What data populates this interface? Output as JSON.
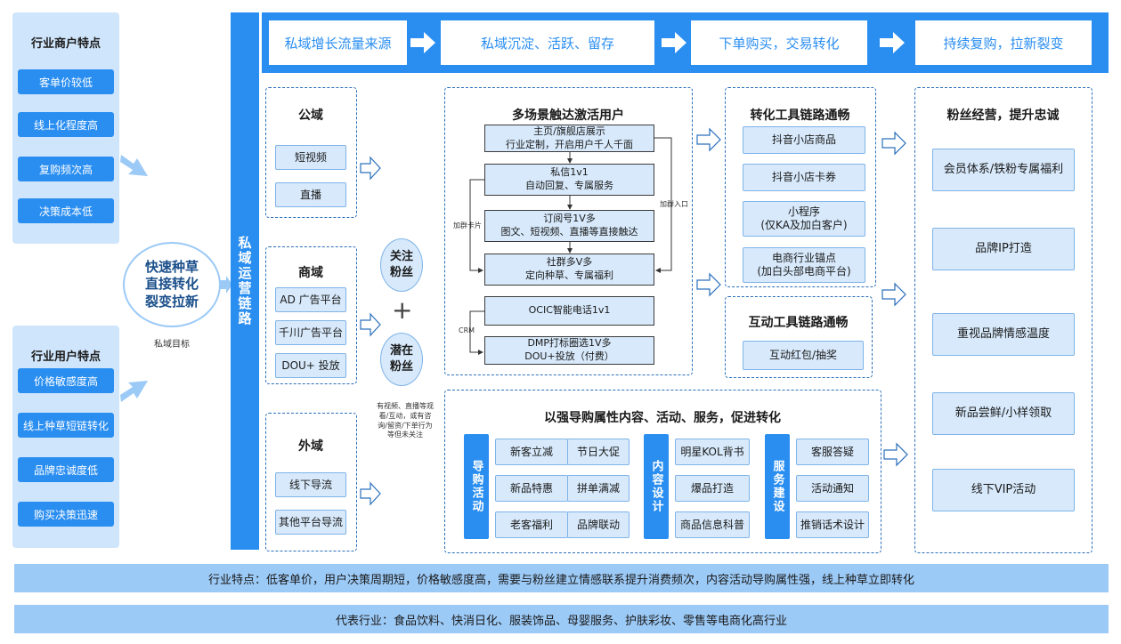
{
  "merchant": {
    "title": "行业商户特点",
    "items": [
      "客单价较低",
      "线上化程度高",
      "复购频次高",
      "决策成本低"
    ]
  },
  "user": {
    "title": "行业用户特点",
    "items": [
      "价格敏感度高",
      "线上种草短链转化",
      "品牌忠诚度低",
      "购买决策迅速"
    ]
  },
  "goal": {
    "lines": [
      "快速种草",
      "直接转化",
      "裂变拉新"
    ],
    "caption": "私域目标"
  },
  "chain_label": "私域运营链路",
  "stages": [
    "私域增长流量来源",
    "私域沉淀、活跃、留存",
    "下单购买，交易转化",
    "持续复购，拉新裂变"
  ],
  "public_domain": {
    "title": "公域",
    "items": [
      "短视频",
      "直播"
    ]
  },
  "commerce_domain": {
    "title": "商域",
    "items": [
      "AD 广告平台",
      "千川广告平台",
      "DOU+ 投放"
    ]
  },
  "external_domain": {
    "title": "外域",
    "items": [
      "线下导流",
      "其他平台导流"
    ]
  },
  "fans": {
    "follow": "关注粉丝",
    "plus": "+",
    "potential": "潜在粉丝",
    "note": "有视频、直播等观看/互动，或有咨询/留资/下单行为等但未关注"
  },
  "activation": {
    "title": "多场景触达激活用户",
    "steps": [
      [
        "主页/旗舰店展示",
        "行业定制，开启用户千人千面"
      ],
      [
        "私信1v1",
        "自动回复、专属服务"
      ],
      [
        "订阅号1V多",
        "图文、短视频、直播等直接触达"
      ],
      [
        "社群多V多",
        "定向种草、专属福利"
      ],
      [
        "OCIC智能电话1v1"
      ],
      [
        "DMP打标圈选1V多",
        "DOU+投放（付费）"
      ]
    ],
    "label_group_card": "加群卡片",
    "label_group_entry": "加群入口",
    "label_crm": "CRM"
  },
  "conversion_tools": {
    "title": "转化工具链路通畅",
    "items": [
      "抖音小店商品",
      "抖音小店卡券",
      "小程序\n(仅KA及加白客户)",
      "电商行业锚点\n(加白头部电商平台)"
    ]
  },
  "interaction_tools": {
    "title": "互动工具链路通畅",
    "items": [
      "互动红包/抽奖"
    ]
  },
  "guide": {
    "title": "以强导购属性内容、活动、服务，促进转化",
    "activity": {
      "label": "导购活动",
      "items": [
        "新客立减",
        "节日大促",
        "新品特惠",
        "拼单满减",
        "老客福利",
        "品牌联动"
      ]
    },
    "content": {
      "label": "内容设计",
      "items": [
        "明星KOL背书",
        "爆品打造",
        "商品信息科普"
      ]
    },
    "service": {
      "label": "服务建设",
      "items": [
        "客服答疑",
        "活动通知",
        "推销话术设计"
      ]
    }
  },
  "loyalty": {
    "title": "粉丝经营，提升忠诚",
    "items": [
      "会员体系/铁粉专属福利",
      "品牌IP打造",
      "重视品牌情感温度",
      "新品尝鲜/小样领取",
      "线下VIP活动"
    ]
  },
  "footer": {
    "features": "行业特点：低客单价，用户决策周期短，价格敏感度高，需要与粉丝建立情感联系提升消费频次，内容活动导购属性强，线上种草立即转化",
    "industries": "代表行业：食品饮料、快消日化、服装饰品、母婴服务、护肤彩妆、零售等电商化高行业"
  },
  "colors": {
    "primary": "#2a8ef1",
    "light": "#d7e9fb",
    "panel": "#cfe5fb",
    "dashed": "#2a6fba"
  }
}
